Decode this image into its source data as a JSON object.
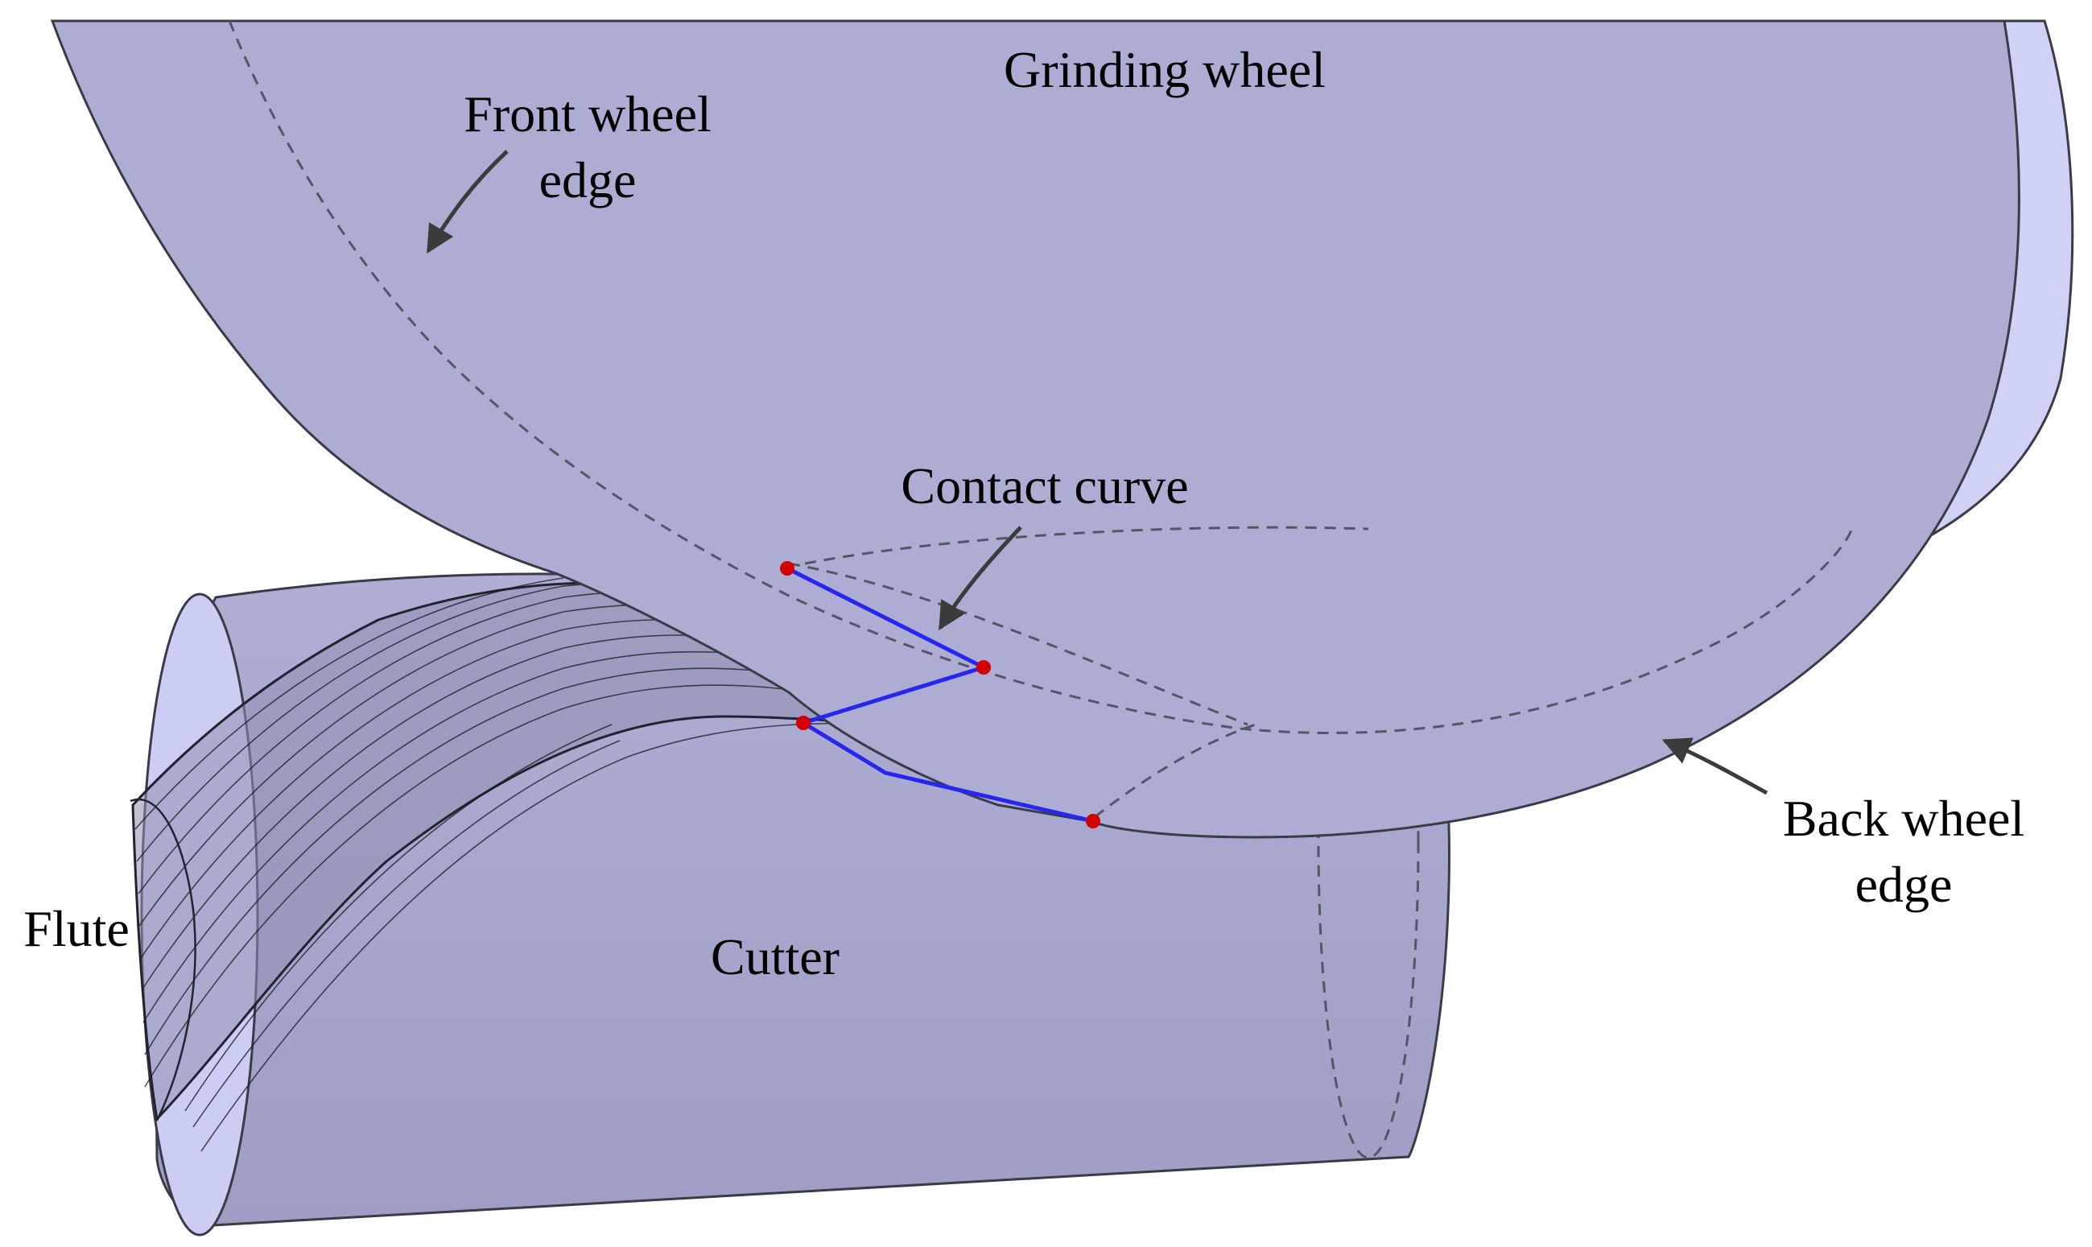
{
  "labels": {
    "grinding_wheel": "Grinding wheel",
    "front_wheel_edge_line1": "Front wheel",
    "front_wheel_edge_line2": "edge",
    "contact_curve": "Contact curve",
    "back_wheel_edge_line1": "Back wheel",
    "back_wheel_edge_line2": "edge",
    "flute": "Flute",
    "cutter": "Cutter"
  },
  "colors": {
    "wheel_fill": "#adadd3",
    "wheel_rim": "#d0d2f5",
    "cutter_fill": "#a9a9cf",
    "cutter_end": "#cccdf3",
    "outline": "#3a3a48",
    "dashed": "#555566",
    "contact_curve": "#2626ee",
    "contact_point": "#d40000",
    "arrow": "#3b3b3b"
  }
}
